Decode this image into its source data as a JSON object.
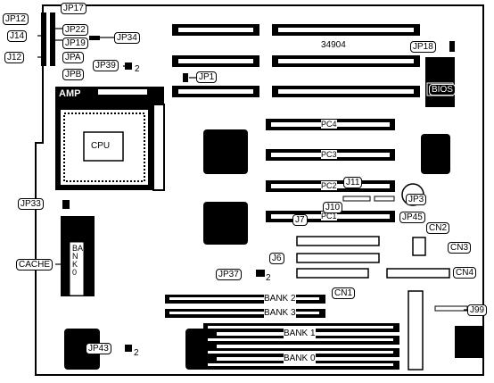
{
  "board": {
    "part_number": "34904",
    "bios_label": "BIOS",
    "amp_label": "AMP",
    "cpu_label": "CPU",
    "cache_bank_label": "BANK 0",
    "pci_slots": [
      "PC4",
      "PC3",
      "PC2",
      "PC1"
    ],
    "bank_labels": [
      "BANK 2",
      "BANK 3",
      "BANK 1",
      "BANK 0"
    ]
  },
  "labels": {
    "jp17": "JP17",
    "jp12_top": "JP12",
    "jp22": "JP22",
    "j14": "J14",
    "jp19": "JP19",
    "jp34": "JP34",
    "j12": "J12",
    "jpa": "JPA",
    "jp39": "JP39",
    "jpb": "JPB",
    "jp1": "JP1",
    "jp18": "JP18",
    "j11": "J11",
    "j10": "J10",
    "jp3": "JP3",
    "jp45": "JP45",
    "jp33": "JP33",
    "j7": "J7",
    "cn2": "CN2",
    "cn3": "CN3",
    "j6": "J6",
    "jp37": "JP37",
    "cn4": "CN4",
    "cache": "CACHE",
    "cn1": "CN1",
    "j99": "J99",
    "jp43": "JP43",
    "jp39_pin": "2",
    "jp37_pin": "2",
    "jp43_pin": "2"
  }
}
